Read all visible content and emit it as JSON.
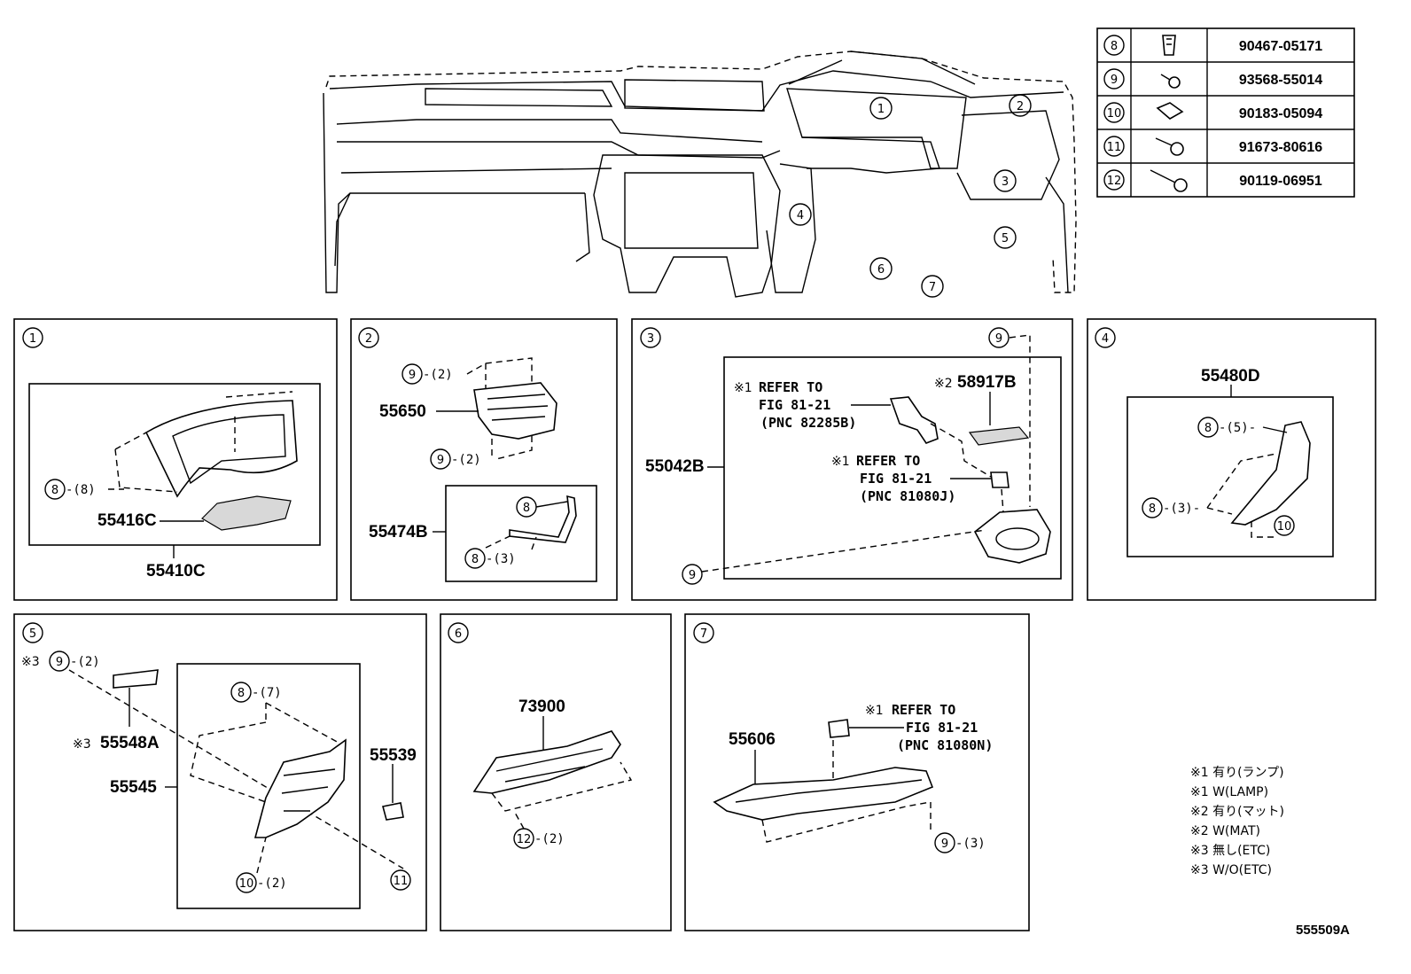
{
  "fastener_table": {
    "rows": [
      {
        "ref": "8",
        "part_no": "90467-05171",
        "icon": "clip-icon"
      },
      {
        "ref": "9",
        "part_no": "93568-55014",
        "icon": "screw-icon"
      },
      {
        "ref": "10",
        "part_no": "90183-05094",
        "icon": "nut-clip-icon"
      },
      {
        "ref": "11",
        "part_no": "91673-80616",
        "icon": "bolt-icon"
      },
      {
        "ref": "12",
        "part_no": "90119-06951",
        "icon": "long-bolt-icon"
      }
    ]
  },
  "overview": {
    "callouts": [
      "1",
      "2",
      "3",
      "4",
      "5",
      "6",
      "7"
    ]
  },
  "panels": {
    "p1": {
      "num": "1",
      "part_inner": "55416C",
      "part_outer": "55410C",
      "clip_ref": "8",
      "clip_qty": "-(8)"
    },
    "p2": {
      "num": "2",
      "part_main": "55650",
      "part_sub": "55474B",
      "ref_top": "9",
      "qty_top": "-(2)",
      "ref_bot": "9",
      "qty_bot": "-(2)",
      "ref_a": "8",
      "ref_b": "8",
      "qty_b": "-(3)"
    },
    "p3": {
      "num": "3",
      "part_main": "55042B",
      "mat_mark": "※2",
      "mat_part": "58917B",
      "ref_top": "9",
      "ref_bot": "9",
      "refer1": {
        "mark": "※1",
        "line1": "REFER TO",
        "line2": "FIG 81-21",
        "line3": "(PNC 82285B)"
      },
      "refer2": {
        "mark": "※1",
        "line1": "REFER TO",
        "line2": "FIG 81-21",
        "line3": "(PNC 81080J)"
      }
    },
    "p4": {
      "num": "4",
      "part_main": "55480D",
      "ref_a": "8",
      "qty_a": "-(5)-",
      "ref_b": "8",
      "qty_b": "-(3)-",
      "ref_c": "10"
    },
    "p5": {
      "num": "5",
      "mark": "※3",
      "ref_top": "9",
      "qty_top": "-(2)",
      "part_small_mark": "※3",
      "part_small": "55548A",
      "part_main": "55545",
      "part_right": "55539",
      "ref_clip": "8",
      "qty_clip": "-(7)",
      "ref_nut": "10",
      "qty_nut": "-(2)",
      "ref_bolt": "11"
    },
    "p6": {
      "num": "6",
      "part_main": "73900",
      "ref_bolt": "12",
      "qty_bolt": "-(2)"
    },
    "p7": {
      "num": "7",
      "part_main": "55606",
      "ref_screw": "9",
      "qty_screw": "-(3)",
      "refer": {
        "mark": "※1",
        "line1": "REFER TO",
        "line2": "FIG 81-21",
        "line3": "(PNC 81080N)"
      }
    }
  },
  "legend": [
    "※1 有り(ランプ)",
    "※1 W(LAMP)",
    "※2 有り(マット)",
    "※2 W(MAT)",
    "※3 無し(ETC)",
    "※3 W/O(ETC)"
  ],
  "figure_id": "555509A"
}
